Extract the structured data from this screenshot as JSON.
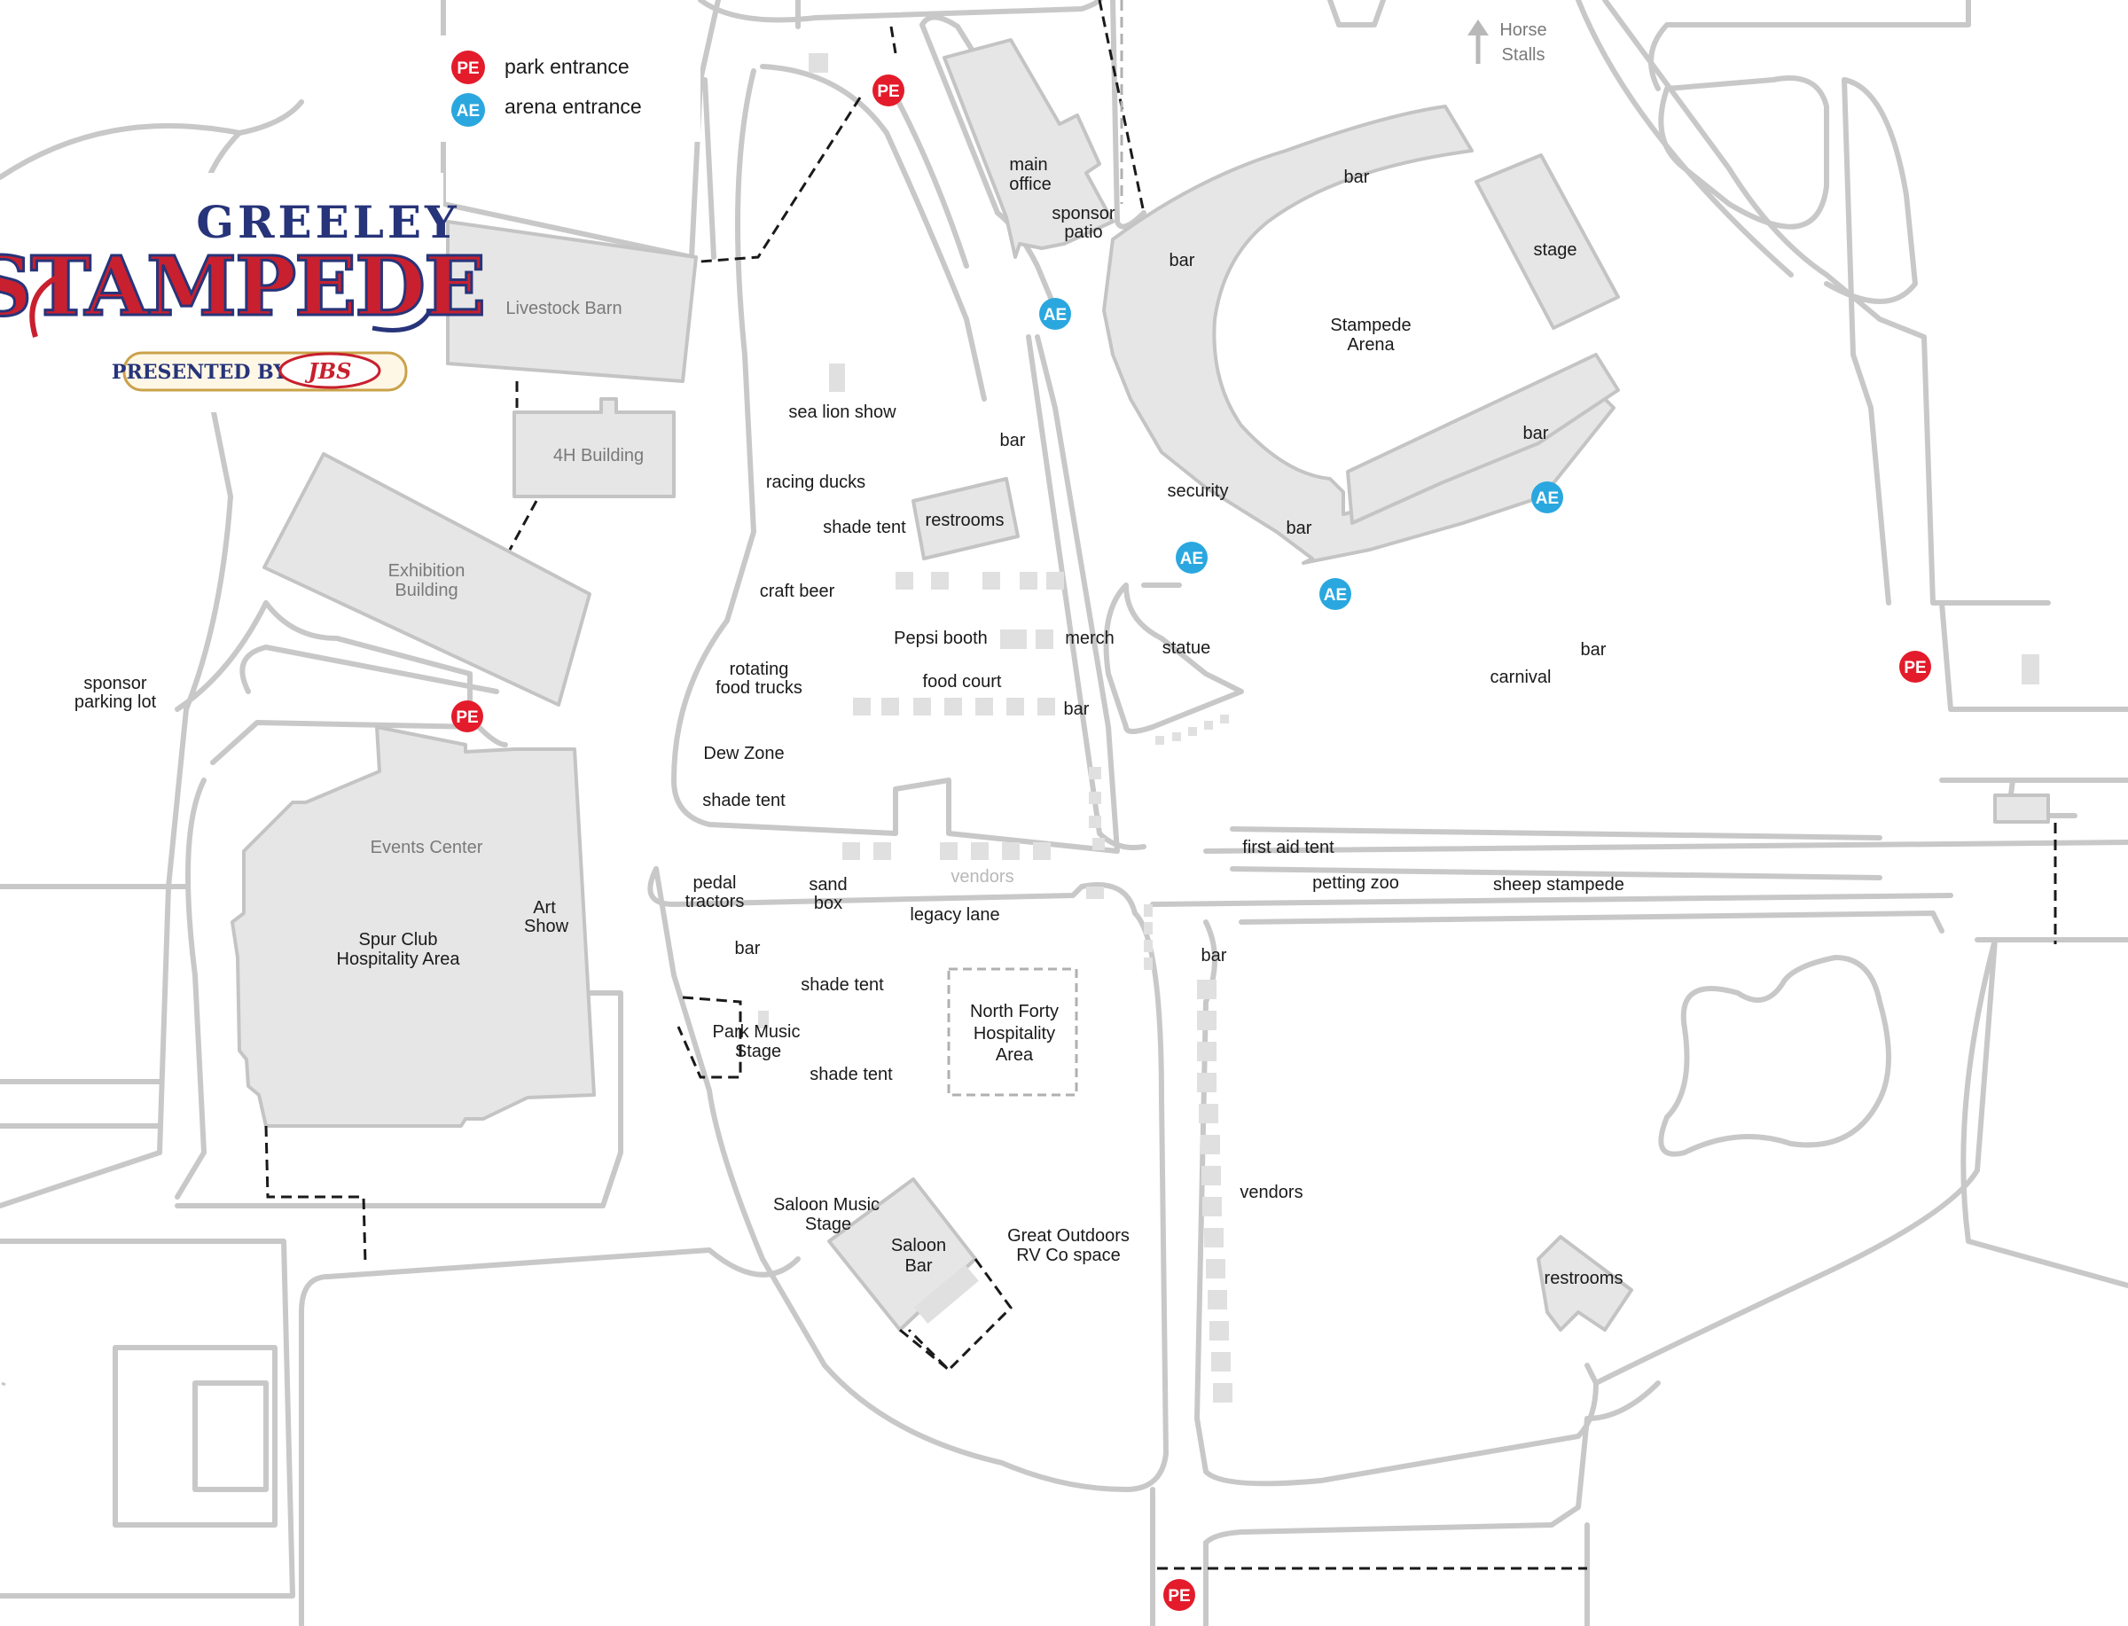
{
  "legend": {
    "pe": {
      "code": "PE",
      "label": "park entrance",
      "color": "#e31b2b"
    },
    "ae": {
      "code": "AE",
      "label": "arena entrance",
      "color": "#2aa7df"
    }
  },
  "logo": {
    "line1": "GREELEY",
    "line2": "STAMPEDE",
    "presented": "PRESENTED BY",
    "sponsor": "JBS",
    "colors": {
      "red": "#c8202f",
      "navy": "#27347a",
      "gold": "#c9a24a"
    }
  },
  "north_note": {
    "line1": "Horse",
    "line2": "Stalls"
  },
  "buildings": {
    "livestock_barn": "Livestock Barn",
    "h4_building": "4H Building",
    "exhibition": [
      "Exhibition",
      "Building"
    ],
    "events_center": "Events Center",
    "vendors_grey": "vendors"
  },
  "labels": {
    "main_office": [
      "main",
      "office"
    ],
    "sponsor_patio": [
      "sponsor",
      "patio"
    ],
    "bar_1": "bar",
    "bar_2": "bar",
    "stage": "stage",
    "arena": [
      "Stampede",
      "Arena"
    ],
    "bar_arena_right": "bar",
    "security": "security",
    "bar_arena_bottom": "bar",
    "sea_lion": "sea lion show",
    "bar_mid": "bar",
    "racing_ducks": "racing ducks",
    "shade_tent_1": "shade tent",
    "restrooms_1": "restrooms",
    "craft_beer": "craft beer",
    "pepsi_booth": "Pepsi booth",
    "merch": "merch",
    "statue": "statue",
    "bar_carnival": "bar",
    "carnival": "carnival",
    "rotating_food": [
      "rotating",
      "food trucks"
    ],
    "food_court": "food court",
    "bar_food": "bar",
    "sponsor_parking": [
      "sponsor",
      "parking lot"
    ],
    "dew_zone": "Dew Zone",
    "shade_tent_2": "shade tent",
    "first_aid": "first aid tent",
    "petting_zoo": "petting zoo",
    "sheep_stampede": "sheep stampede",
    "pedal_tractors": [
      "pedal",
      "tractors"
    ],
    "sand_box": [
      "sand",
      "box"
    ],
    "legacy_lane": "legacy lane",
    "art_show": [
      "Art",
      "Show"
    ],
    "spur_club": [
      "Spur Club",
      "Hospitality Area"
    ],
    "bar_lower": "bar",
    "bar_right": "bar",
    "shade_tent_3": "shade tent",
    "north_forty": [
      "North Forty",
      "Hospitality",
      "Area"
    ],
    "park_music": [
      "Park Music",
      "Stage"
    ],
    "shade_tent_4": "shade tent",
    "vendors_right": "vendors",
    "saloon_stage": [
      "Saloon Music",
      "Stage"
    ],
    "saloon_bar": [
      "Saloon",
      "Bar"
    ],
    "great_outdoors": [
      "Great Outdoors",
      "RV Co space"
    ],
    "restrooms_2": "restrooms"
  }
}
